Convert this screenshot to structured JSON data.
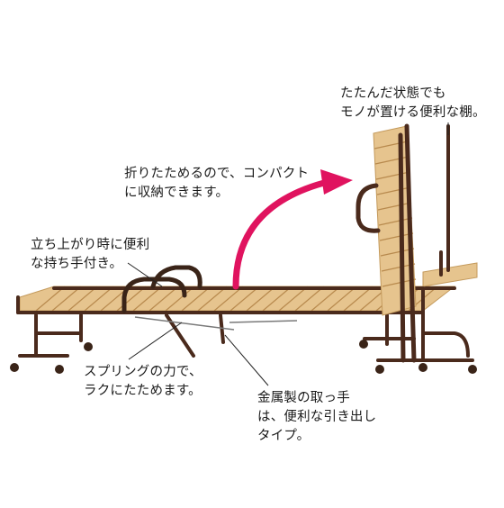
{
  "captions": {
    "shelf": {
      "line1": "たたんだ状態でも",
      "line2": "モノが置ける便利な棚。"
    },
    "compact": {
      "line1": "折りたためるので、コンパクト",
      "line2": "に収納できます。"
    },
    "handle": {
      "line1": "立ち上がり時に便利",
      "line2": "な持ち手付き。"
    },
    "spring": {
      "line1": "スプリングの力で、",
      "line2": "ラクにたためます。"
    },
    "pull": {
      "line1": "金属製の取っ手",
      "line2": "は、便利な引き出し",
      "line3": "タイプ。"
    }
  },
  "colors": {
    "frame": "#4a2a1c",
    "slat": "#e6c48e",
    "slat_edge": "#c49a5c",
    "arrow": "#e0135f",
    "leader": "#222222",
    "caster": "#3a2418"
  }
}
